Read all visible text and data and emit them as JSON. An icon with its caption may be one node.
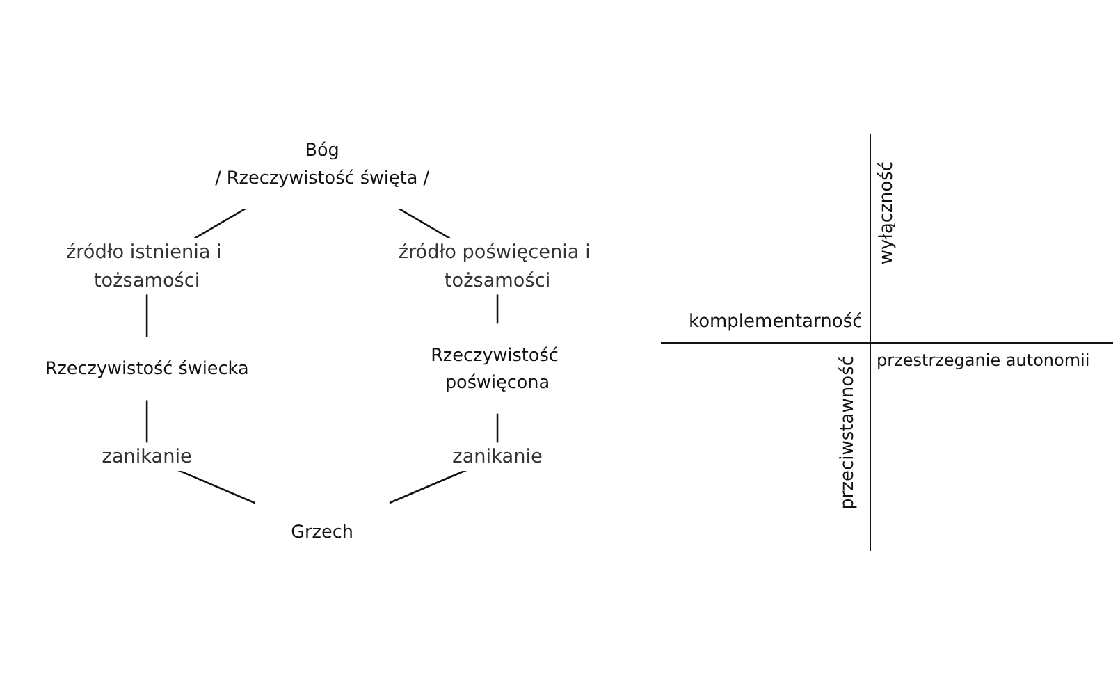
{
  "diagram": {
    "nodes": [
      {
        "text": [
          "Bóg",
          "/ Rzeczywistość święta /"
        ]
      },
      {
        "text": [
          "Rzeczywistość świecka"
        ]
      },
      {
        "text": [
          "Rzeczywistość poświęcona"
        ]
      },
      {
        "text": [
          "Grzech"
        ]
      }
    ],
    "edges": [
      {
        "from": 0,
        "to": 1,
        "arrow": "none",
        "label": "źródło istnienia i tożsamości"
      },
      {
        "from": 0,
        "to": 2,
        "arrow": "none",
        "label": "źródło poświęcenia i tożsamości"
      },
      {
        "from": 1,
        "to": 3,
        "arrow": "none",
        "label": "zanikanie"
      },
      {
        "from": 2,
        "to": 3,
        "arrow": "none",
        "label": "zanikanie"
      }
    ],
    "labels": [
      "komplementarność",
      "wyłączność",
      "przestrzeganie autonomii",
      "przeciwstawność"
    ]
  }
}
